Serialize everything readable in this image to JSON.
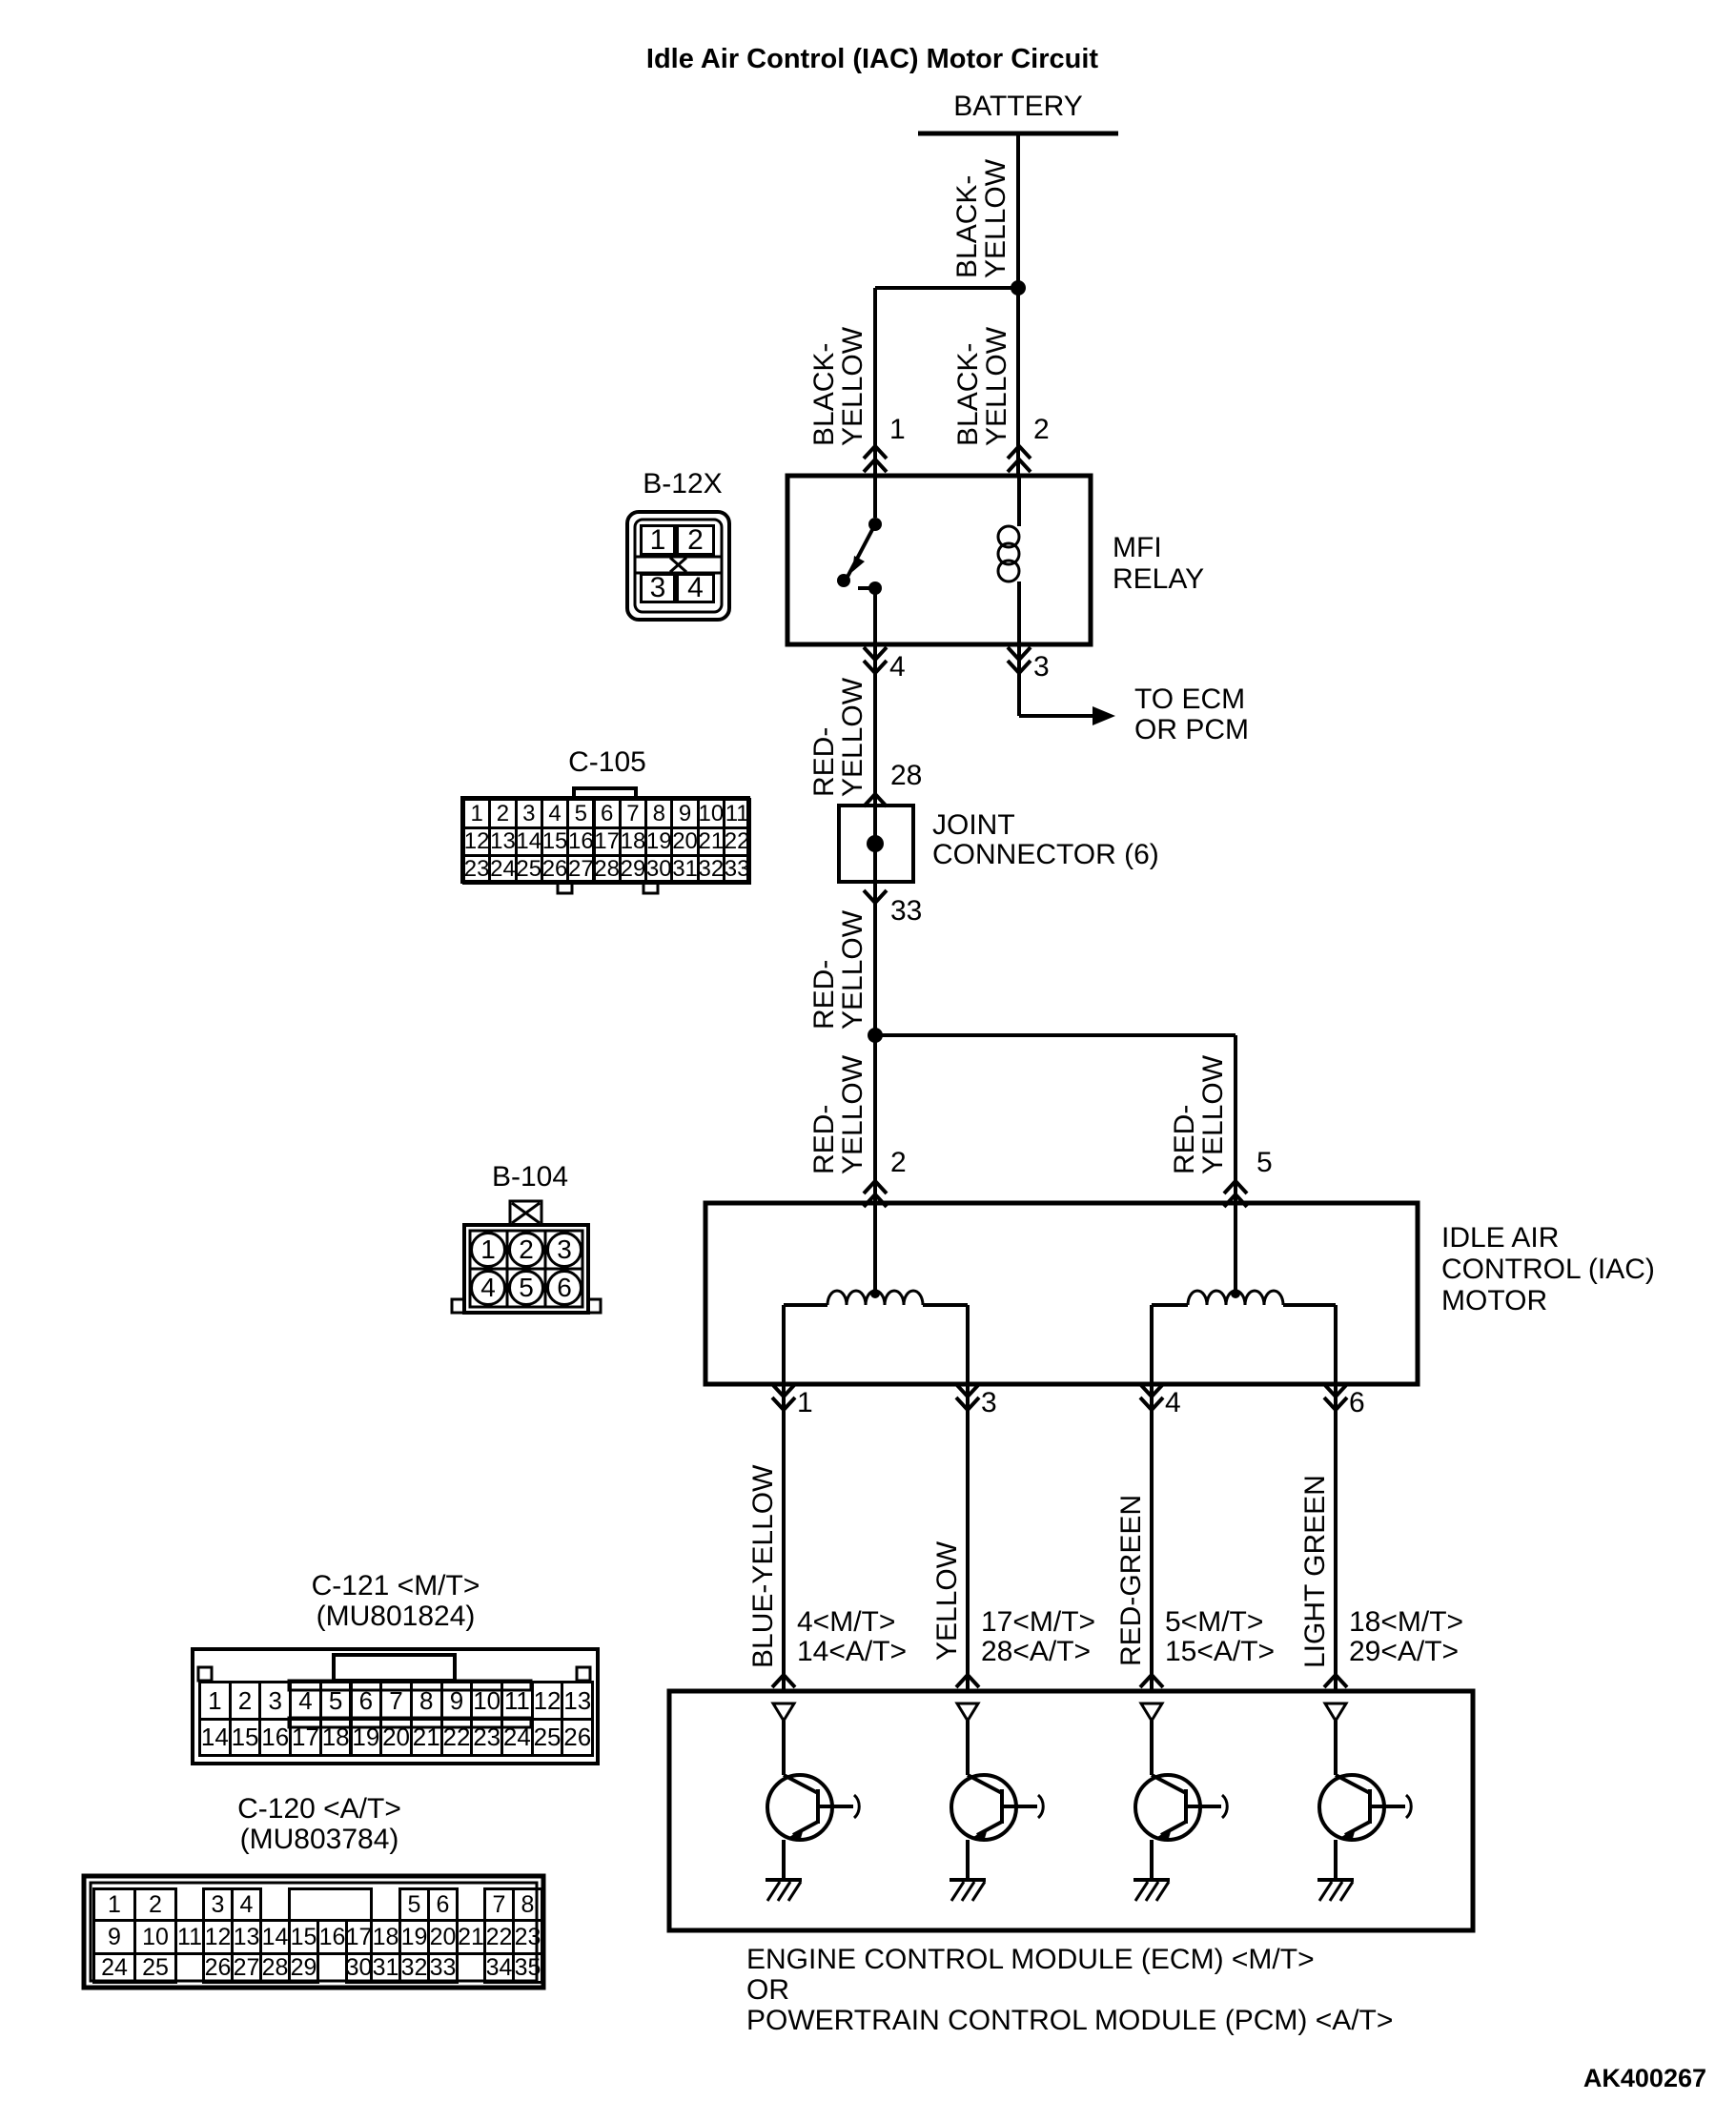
{
  "title": "Idle Air Control (IAC) Motor Circuit",
  "footer_code": "AK400267",
  "battery": {
    "label": "BATTERY"
  },
  "wires": {
    "black_yellow": "BLACK-\nYELLOW",
    "red_yellow": "RED-\nYELLOW",
    "blue_yellow": "BLUE-YELLOW",
    "yellow": "YELLOW",
    "red_green": "RED-GREEN",
    "light_green": "LIGHT GREEN"
  },
  "relay": {
    "label": "MFI\nRELAY",
    "pin_in_left": "1",
    "pin_in_right": "2",
    "pin_out_left": "4",
    "pin_out_right": "3"
  },
  "to_ecm_label": "TO ECM\nOR PCM",
  "joint": {
    "label": "JOINT\nCONNECTOR (6)",
    "pin_in": "28",
    "pin_out": "33"
  },
  "iac": {
    "label": "IDLE AIR\nCONTROL (IAC)\nMOTOR",
    "pin_in_left": "2",
    "pin_in_right": "5",
    "pins_out": [
      "1",
      "3",
      "4",
      "6"
    ]
  },
  "ecm": {
    "label": "ENGINE CONTROL MODULE (ECM) <M/T>\nOR\nPOWERTRAIN CONTROL MODULE (PCM) <A/T>",
    "pins": [
      "4<M/T>\n14<A/T>",
      "17<M/T>\n28<A/T>",
      "5<M/T>\n15<A/T>",
      "18<M/T>\n29<A/T>"
    ]
  },
  "b12x": {
    "name": "B-12X",
    "cells": [
      "1",
      "2",
      "3",
      "4"
    ]
  },
  "c105": {
    "name": "C-105",
    "rows": [
      [
        "1",
        "2",
        "3",
        "4",
        "5",
        "6",
        "7",
        "8",
        "9",
        "10",
        "11"
      ],
      [
        "12",
        "13",
        "14",
        "15",
        "16",
        "17",
        "18",
        "19",
        "20",
        "21",
        "22"
      ],
      [
        "23",
        "24",
        "25",
        "26",
        "27",
        "28",
        "29",
        "30",
        "31",
        "32",
        "33"
      ]
    ]
  },
  "b104": {
    "name": "B-104",
    "cells": [
      "1",
      "2",
      "3",
      "4",
      "5",
      "6"
    ]
  },
  "c121": {
    "name": "C-121 <M/T>",
    "part": "(MU801824)",
    "rows": [
      [
        "1",
        "2",
        "3",
        "4",
        "5",
        "6",
        "7",
        "8",
        "9",
        "10",
        "11",
        "12",
        "13"
      ],
      [
        "14",
        "15",
        "16",
        "17",
        "18",
        "19",
        "20",
        "21",
        "22",
        "23",
        "24",
        "25",
        "26"
      ]
    ]
  },
  "c120": {
    "name": "C-120 <A/T>",
    "part": "(MU803784)",
    "rows": [
      [
        "1",
        "2",
        "3",
        "4",
        "",
        "5",
        "6",
        "7",
        "8"
      ],
      [
        "9",
        "10",
        "11",
        "12",
        "13",
        "14",
        "15",
        "16",
        "17",
        "18",
        "19",
        "20",
        "21",
        "22",
        "23"
      ],
      [
        "24",
        "25",
        "26",
        "27",
        "28",
        "29",
        "30",
        "31",
        "32",
        "33",
        "34",
        "35"
      ]
    ]
  },
  "colors": {
    "ink": "#000000",
    "paper": "#ffffff"
  }
}
